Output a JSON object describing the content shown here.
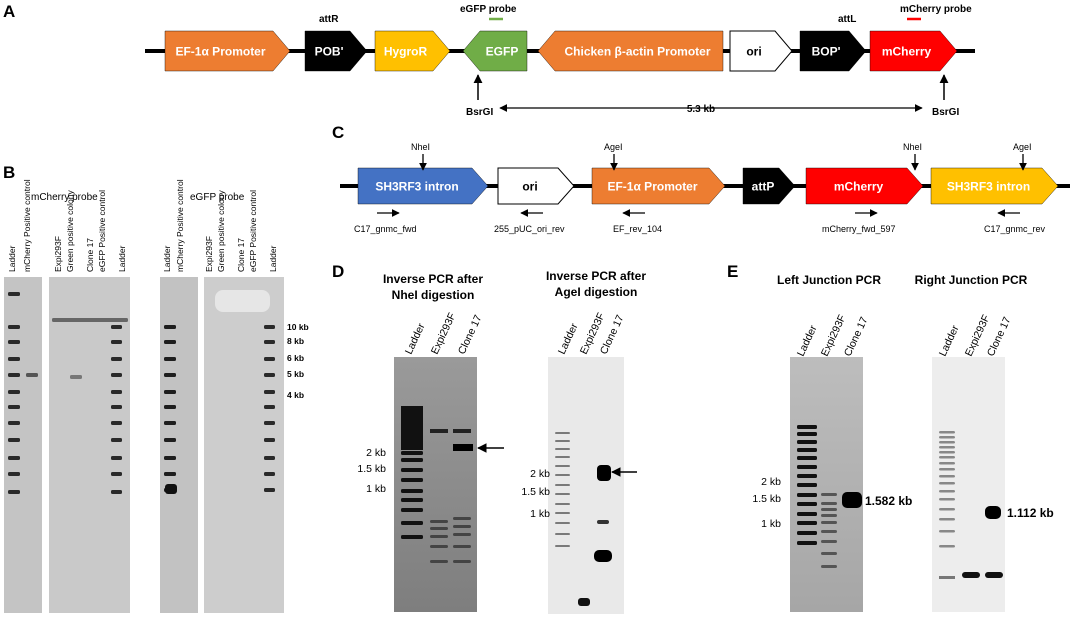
{
  "panels": {
    "A": {
      "letter": "A",
      "features": [
        {
          "label": "EF-1α Promoter",
          "color": "#ed7d31",
          "text_color": "#ffffff",
          "dir": "right"
        },
        {
          "label": "POB'",
          "color": "#000000",
          "text_color": "#ffffff",
          "dir": "right"
        },
        {
          "label": "HygroR",
          "color": "#ffc000",
          "text_color": "#ffffff",
          "dir": "right"
        },
        {
          "label": "EGFP",
          "color": "#70ad47",
          "text_color": "#ffffff",
          "dir": "left"
        },
        {
          "label": "Chicken β-actin Promoter",
          "color": "#ed7d31",
          "text_color": "#ffffff",
          "dir": "left"
        },
        {
          "label": "ori",
          "color": "#ffffff",
          "text_color": "#000000",
          "dir": "right"
        },
        {
          "label": "BOP'",
          "color": "#000000",
          "text_color": "#ffffff",
          "dir": "right"
        },
        {
          "label": "mCherry",
          "color": "#ff0000",
          "text_color": "#ffffff",
          "dir": "right"
        }
      ],
      "labels": {
        "attR": "attR",
        "attL": "attL",
        "egfp_probe": "eGFP probe",
        "mcherry_probe": "mCherry probe",
        "bsrgi": "BsrGI",
        "distance": "5.3 kb"
      },
      "probe_colors": {
        "egfp": "#70ad47",
        "mcherry": "#ff0000"
      }
    },
    "B": {
      "letter": "B",
      "mcherry_probe": {
        "title": "mCherry probe",
        "lanes_left": [
          "Ladder",
          "mCherry Positive control"
        ],
        "lanes_right": [
          "Expi293F",
          "Green positive colony",
          "Clone 17",
          "eGFP Positive control",
          "Ladder"
        ]
      },
      "egfp_probe": {
        "title": "eGFP probe",
        "lanes_left": [
          "Ladder",
          "mCherry Positive control"
        ],
        "lanes_right": [
          "Expi293F",
          "Green positive colony",
          "Clone 17",
          "eGFP Positive control",
          "Ladder"
        ]
      },
      "size_markers": [
        "10 kb",
        "8 kb",
        "6 kb",
        "5 kb",
        "4 kb"
      ]
    },
    "C": {
      "letter": "C",
      "features": [
        {
          "label": "SH3RF3 intron",
          "color": "#4472c4",
          "text_color": "#ffffff"
        },
        {
          "label": "ori",
          "color": "#ffffff",
          "text_color": "#000000"
        },
        {
          "label": "EF-1α Promoter",
          "color": "#ed7d31",
          "text_color": "#ffffff"
        },
        {
          "label": "attP",
          "color": "#000000",
          "text_color": "#ffffff"
        },
        {
          "label": "mCherry",
          "color": "#ff0000",
          "text_color": "#ffffff"
        },
        {
          "label": "SH3RF3 intron",
          "color": "#ffc000",
          "text_color": "#ffffff"
        }
      ],
      "sites": [
        "NheI",
        "AgeI",
        "NheI",
        "AgeI"
      ],
      "primers": [
        "C17_gnmc_fwd",
        "255_pUC_ori_rev",
        "EF_rev_104",
        "mCherry_fwd_597",
        "C17_gnmc_rev"
      ]
    },
    "D": {
      "letter": "D",
      "gel1": {
        "title_lines": [
          "Inverse PCR after",
          "NheI digestion"
        ],
        "lanes": [
          "Ladder",
          "Expi293F",
          "Clone 17"
        ],
        "markers": [
          "2 kb",
          "1.5 kb",
          "1 kb"
        ]
      },
      "gel2": {
        "title_lines": [
          "Inverse PCR after",
          "AgeI digestion"
        ],
        "lanes": [
          "Ladder",
          "Expi293F",
          "Clone 17"
        ],
        "markers": [
          "2 kb",
          "1.5 kb",
          "1 kb"
        ]
      }
    },
    "E": {
      "letter": "E",
      "gel1": {
        "title": "Left Junction PCR",
        "lanes": [
          "Ladder",
          "Expi293F",
          "Clone 17"
        ],
        "markers": [
          "2 kb",
          "1.5 kb",
          "1 kb"
        ],
        "band_label": "1.582 kb"
      },
      "gel2": {
        "title": "Right Junction PCR",
        "lanes": [
          "Ladder",
          "Expi293F",
          "Clone 17"
        ],
        "band_label": "1.112 kb"
      }
    }
  }
}
